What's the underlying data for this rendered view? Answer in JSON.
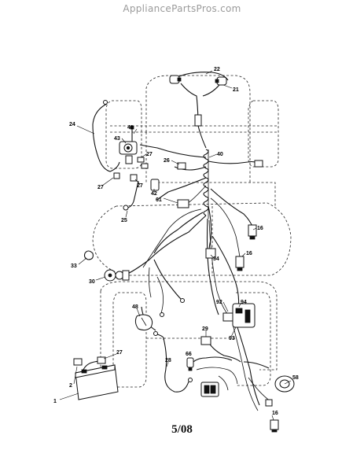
{
  "watermark": "AppliancePartsPros.com",
  "footer": "5/08",
  "callouts": {
    "c22": "22",
    "c21": "21",
    "c24": "24",
    "c41": "41",
    "c43": "43",
    "c27a": "27",
    "c27b": "27",
    "c27c": "27",
    "c27d": "27",
    "c26": "26",
    "c40": "40",
    "c42": "42",
    "c61": "61",
    "c25": "25",
    "c16a": "16",
    "c16b": "16",
    "c16c": "16",
    "c34": "34",
    "c33": "33",
    "c30": "30",
    "c48": "48",
    "c92": "92",
    "c94": "94",
    "c93": "93",
    "c29": "29",
    "c28": "28",
    "c66": "66",
    "c58": "58",
    "c1": "1",
    "c2": "2"
  }
}
